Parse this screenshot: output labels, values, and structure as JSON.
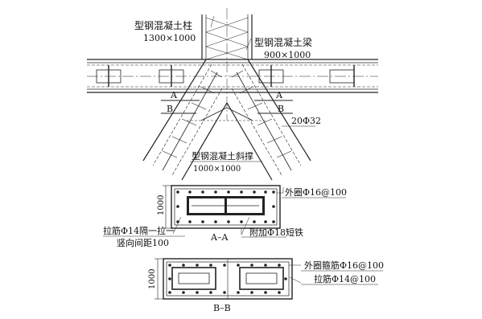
{
  "labels": {
    "column_name": "型钢混凝土柱",
    "column_size": "1300×1000",
    "beam_name": "型钢混凝土梁",
    "beam_size": "900×1000",
    "brace_name": "型钢混凝土斜撑",
    "brace_size": "1000×1000",
    "rebar_20": "20Φ32",
    "cut_a_left": "A",
    "cut_a_right": "A",
    "cut_b_left": "B",
    "cut_b_right": "B"
  },
  "section_aa": {
    "title": "A–A",
    "height_dim": "1000",
    "outer_stirrup": "外圈Φ16@100",
    "extra_bar": "附加Φ18短铁",
    "tie_bar_line1": "拉筋Φ14隔一拉一",
    "tie_bar_line2": "竖向间距100"
  },
  "section_bb": {
    "title": "B–B",
    "height_dim": "1000",
    "outer_stirrup": "外圈箍筋Φ16@100",
    "tie_bar": "拉筋Φ14@100"
  },
  "colors": {
    "line": "#222222",
    "fill": "#222222"
  }
}
